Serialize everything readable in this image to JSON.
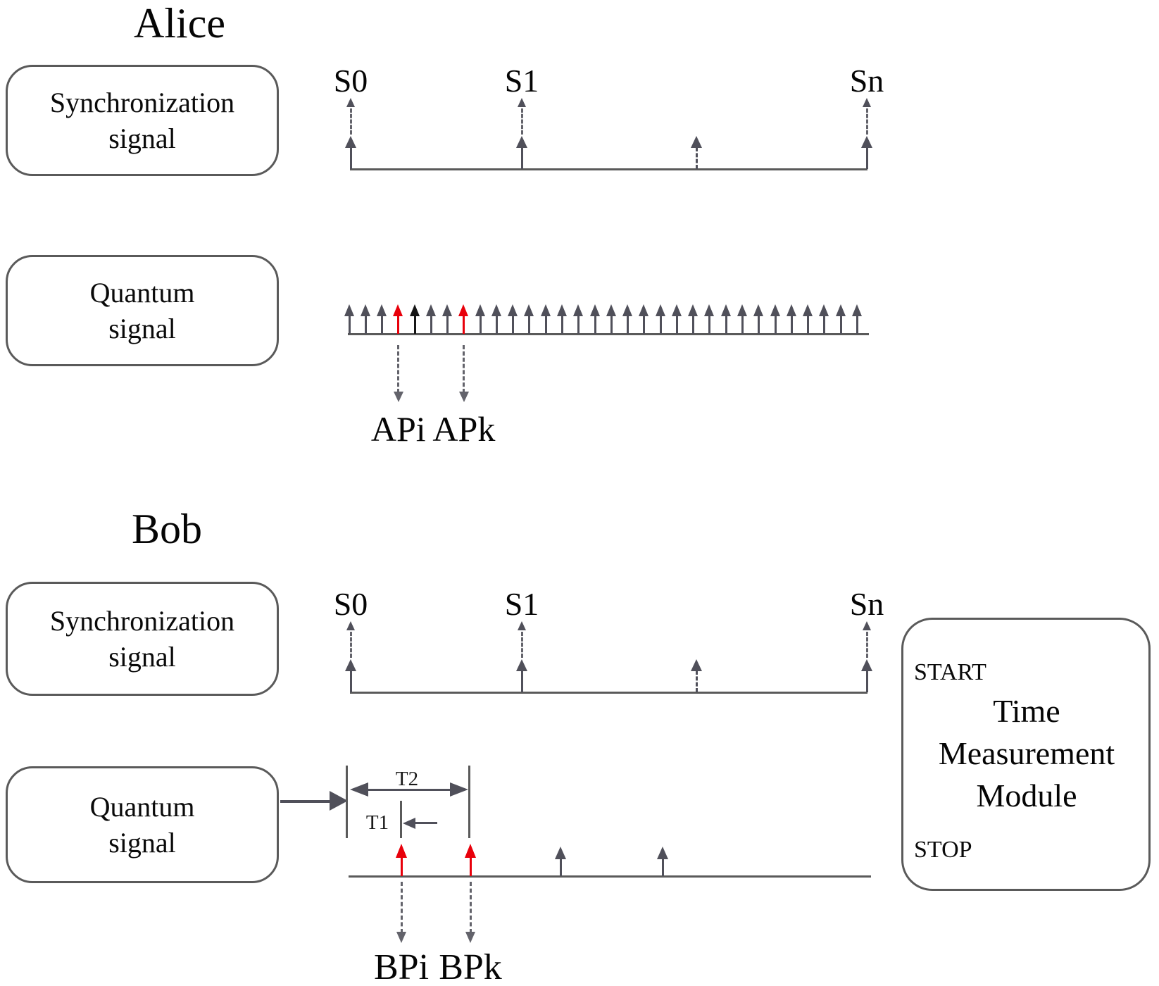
{
  "palette": {
    "gray": "#50505a",
    "line": "#5a5a5a",
    "dash": "#63636b",
    "red": "#e8000b",
    "black": "#161616",
    "border": "#5a5a5a"
  },
  "alice": {
    "title": "Alice",
    "sync_label": [
      "Synchronization",
      "signal"
    ],
    "quantum_label": [
      "Quantum",
      "signal"
    ],
    "sync_tick_labels": [
      "S0",
      "S1",
      "",
      "Sn"
    ],
    "pulses": {
      "count": 32,
      "red_indices": [
        3,
        7
      ],
      "black_indices": [
        4
      ]
    },
    "detection_labels": [
      "APi",
      "APk"
    ]
  },
  "bob": {
    "title": "Bob",
    "sync_label": [
      "Synchronization",
      "signal"
    ],
    "quantum_label": [
      "Quantum",
      "signal"
    ],
    "sync_tick_labels": [
      "S0",
      "S1",
      "",
      "Sn"
    ],
    "detection_labels": [
      "BPi",
      "BPk"
    ],
    "interval_labels": {
      "t1": "T1",
      "t2": "T2"
    },
    "time_module": {
      "start": "START",
      "stop": "STOP",
      "name_lines": [
        "Time",
        "Measurement",
        "Module"
      ]
    }
  }
}
